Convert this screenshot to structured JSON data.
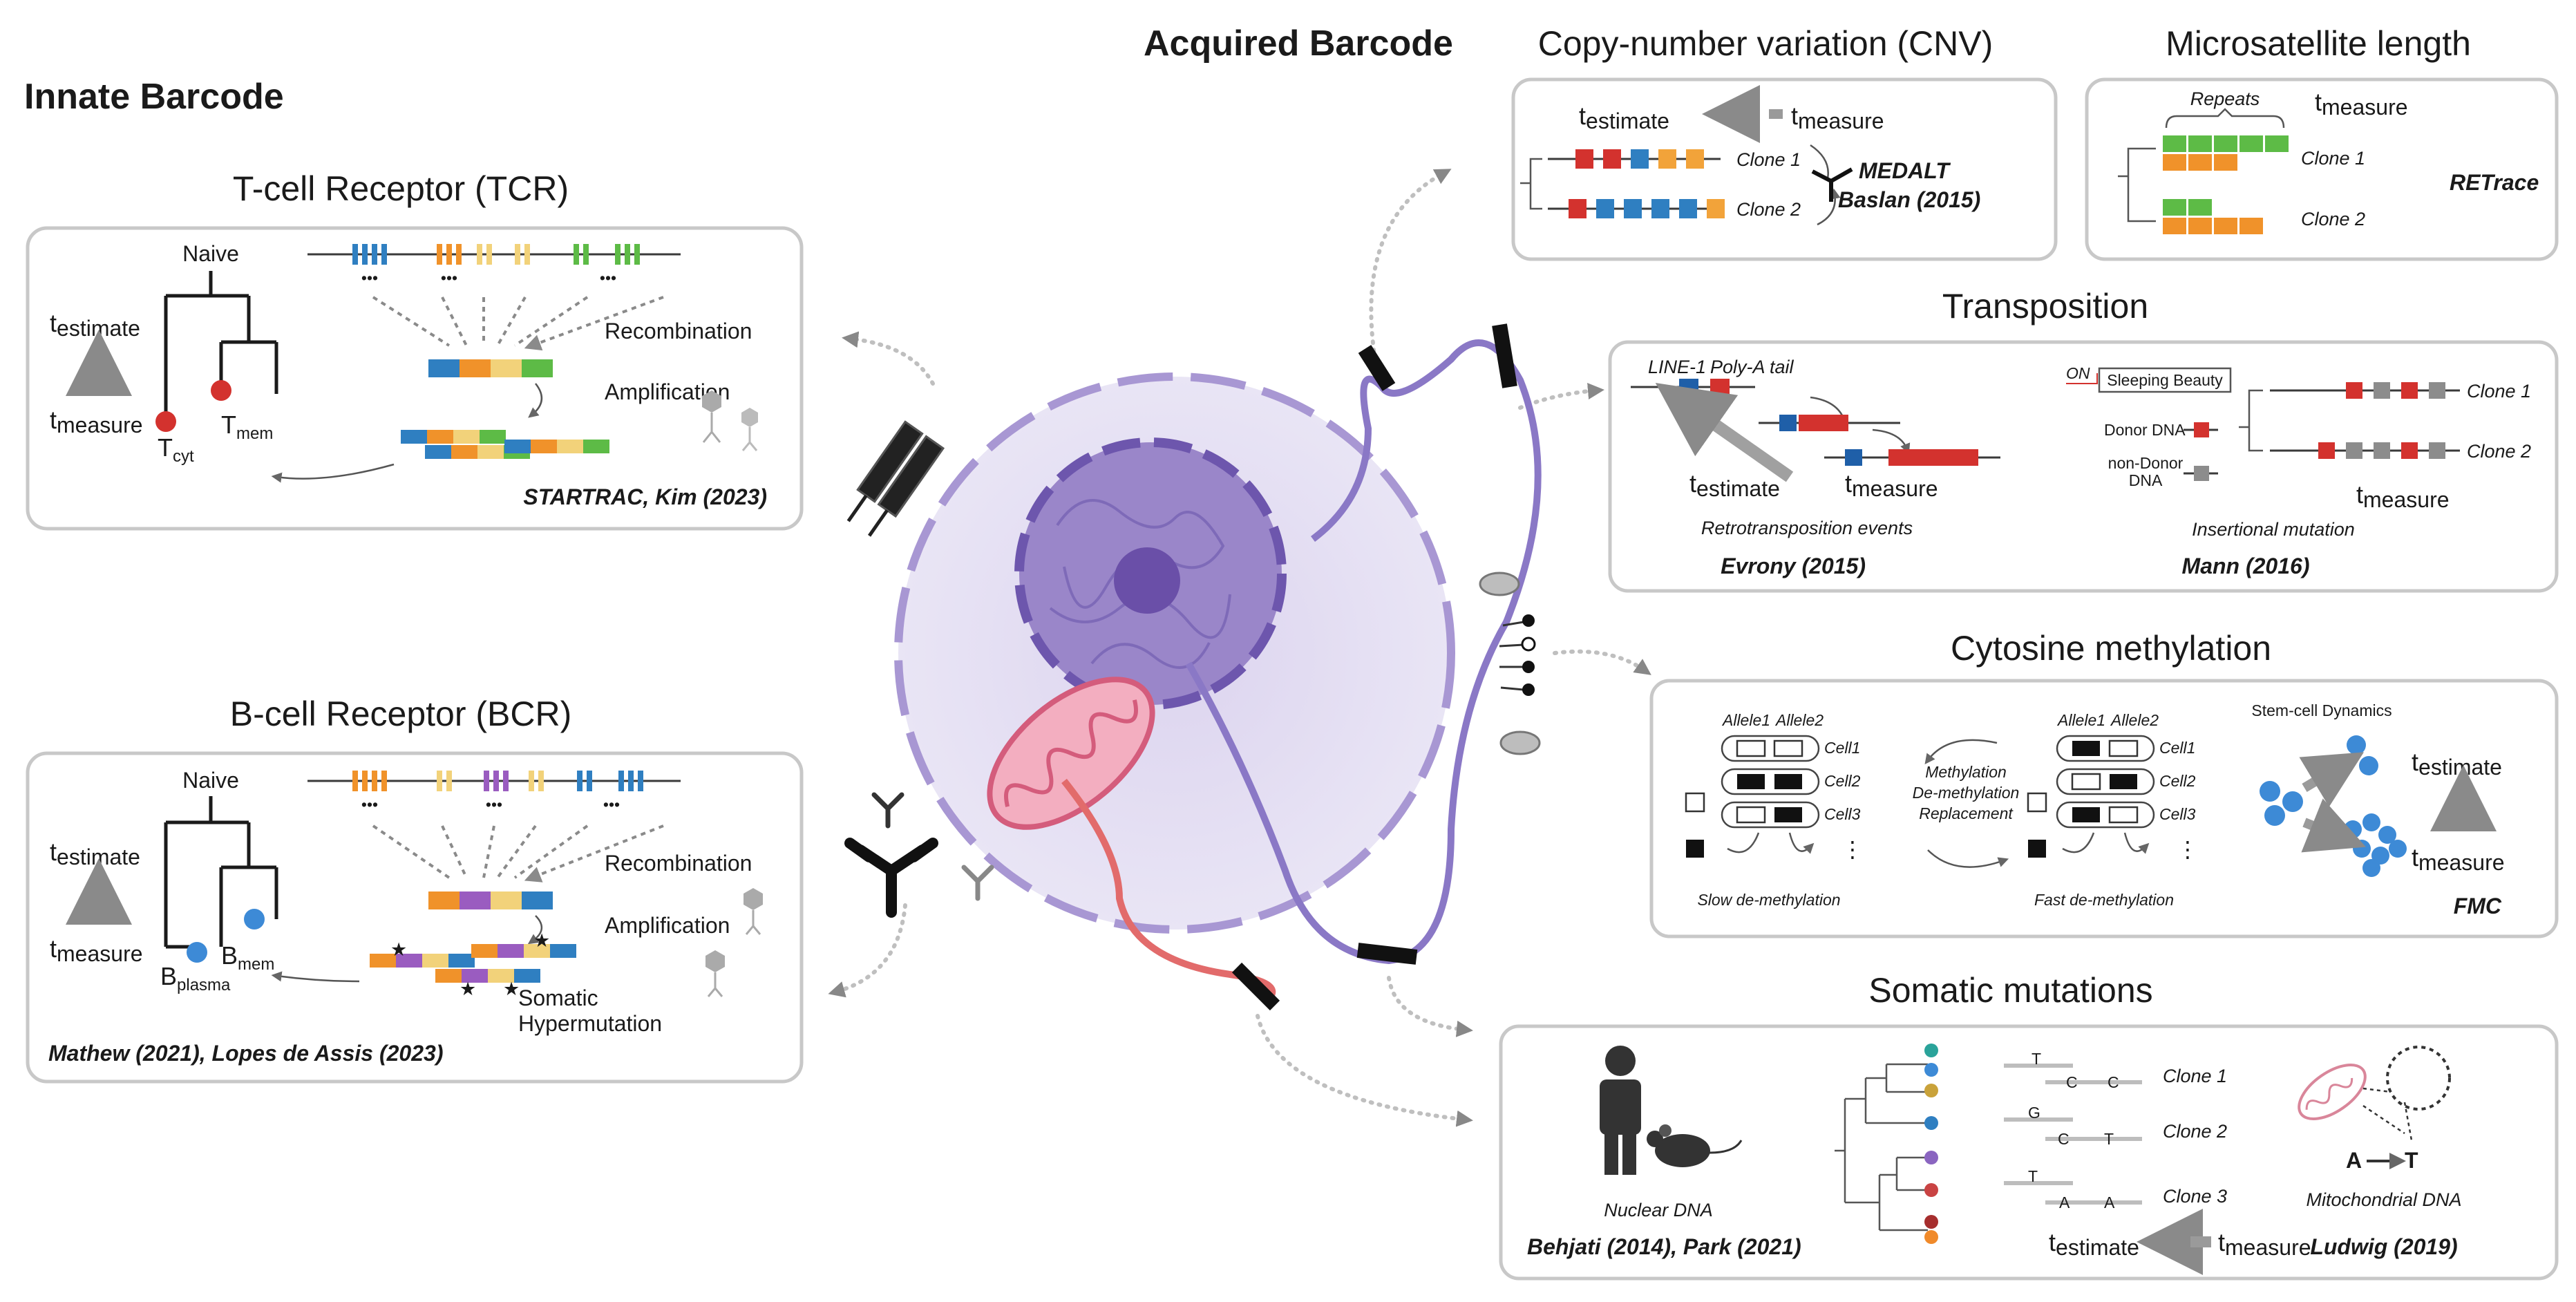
{
  "colors": {
    "blue": "#2f7fc1",
    "orange": "#f0922a",
    "yellow": "#f2d27a",
    "green": "#5dbb46",
    "purple": "#9a5cc0",
    "red": "#d3322e",
    "gray": "#8c8c8c",
    "dot_blue": "#3d8ad6"
  },
  "innate": {
    "heading": "Innate Barcode",
    "tcr": {
      "title": "T-cell Receptor (TCR)",
      "naive": "Naive",
      "recombination": "Recombination",
      "amplification": "Amplification",
      "t_main": "t",
      "estimate": "estimate",
      "measure": "measure",
      "leaf1_main": "T",
      "leaf1_sub": "cyt",
      "leaf2_main": "T",
      "leaf2_sub": "mem",
      "ellipsis": "•••",
      "citation": "STARTRAC, Kim (2023)"
    },
    "bcr": {
      "title": "B-cell Receptor (BCR)",
      "naive": "Naive",
      "recombination": "Recombination",
      "amplification": "Amplification",
      "somatic1": "Somatic",
      "somatic2": "Hypermutation",
      "t_main": "t",
      "estimate": "estimate",
      "measure": "measure",
      "leaf1_main": "B",
      "leaf1_sub": "plasma",
      "leaf2_main": "B",
      "leaf2_sub": "mem",
      "ellipsis": "•••",
      "star": "★",
      "citation": "Mathew (2021), Lopes de Assis (2023)"
    }
  },
  "acquired": {
    "heading": "Acquired Barcode",
    "cnv": {
      "title": "Copy-number variation (CNV)",
      "t_main": "t",
      "estimate": "estimate",
      "measure": "measure",
      "clone1": "Clone 1",
      "clone2": "Clone 2",
      "citation1": "MEDALT",
      "citation2": "Baslan (2015)"
    },
    "micro": {
      "title": "Microsatellite length",
      "repeats": "Repeats",
      "t_main": "t",
      "measure": "measure",
      "clone1": "Clone 1",
      "clone2": "Clone 2",
      "citation": "RETrace"
    },
    "transposition": {
      "title": "Transposition",
      "line1": "LINE-1",
      "polya": "Poly-A tail",
      "t_main": "t",
      "estimate": "estimate",
      "measure": "measure",
      "retro": "Retrotransposition events",
      "citation1": "Evrony (2015)",
      "on": "ON",
      "sleeping": "Sleeping Beauty",
      "donor": "Donor DNA",
      "nondonor1": "non-Donor",
      "nondonor2": "DNA",
      "clone1": "Clone 1",
      "clone2": "Clone 2",
      "insertional": "Insertional mutation",
      "citation2": "Mann (2016)"
    },
    "methylation": {
      "title": "Cytosine methylation",
      "allele1": "Allele1",
      "allele2": "Allele2",
      "cell1": "Cell1",
      "cell2": "Cell2",
      "cell3": "Cell3",
      "vdots": "⋮",
      "mid1": "Methylation",
      "mid2": "De-methylation",
      "mid3": "Replacement",
      "slow": "Slow de-methylation",
      "fast": "Fast de-methylation",
      "stem": "Stem-cell Dynamics",
      "t_main": "t",
      "estimate": "estimate",
      "measure": "measure",
      "citation": "FMC"
    },
    "somatic": {
      "title": "Somatic mutations",
      "nuclear": "Nuclear DNA",
      "mito": "Mitochondrial DNA",
      "c1_top": "T",
      "c1_b1": "C",
      "c1_b2": "C",
      "c2_top": "G",
      "c2_b1": "C",
      "c2_b2": "T",
      "c3_top": "T",
      "c3_b1": "A",
      "c3_b2": "A",
      "clone1": "Clone 1",
      "clone2": "Clone 2",
      "clone3": "Clone 3",
      "a_base": "A",
      "t_base": "T",
      "t_main": "t",
      "estimate": "estimate",
      "measure": "measure",
      "citation1": "Behjati (2014), Park (2021)",
      "citation2": "Ludwig (2019)"
    }
  }
}
